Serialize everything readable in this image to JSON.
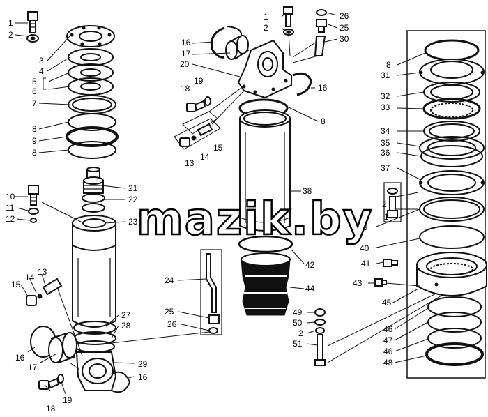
{
  "watermark": "mazik.by",
  "labels": {
    "l1a": "1",
    "l2a": "2",
    "l3": "3",
    "l4": "4",
    "l5": "5",
    "l6": "6",
    "l7": "7",
    "l8a": "8",
    "l9": "9",
    "l8b": "8",
    "l10": "10",
    "l11": "11",
    "l12": "12",
    "l15a": "15",
    "l14a": "14",
    "l13a": "13",
    "l16a": "16",
    "l17a": "17",
    "l18a": "18",
    "l19a": "19",
    "l21": "21",
    "l22": "22",
    "l23": "23",
    "l24": "24",
    "l25a": "25",
    "l26a": "26",
    "l27": "27",
    "l28": "28",
    "l29": "29",
    "l16b": "16",
    "l16c": "16",
    "l17b": "17",
    "l20": "20",
    "l18b": "18",
    "l19b": "19",
    "l13b": "13",
    "l14b": "14",
    "l15b": "15",
    "l1b": "1",
    "l2b": "2",
    "l26b": "26",
    "l25b": "25",
    "l30": "30",
    "l16d": "16",
    "l8c": "8",
    "l38": "38",
    "l42": "42",
    "l44": "44",
    "l49": "49",
    "l50": "50",
    "l2c": "2",
    "l51": "51",
    "l8d": "8",
    "l31": "31",
    "l32": "32",
    "l33": "33",
    "l34": "34",
    "l35": "35",
    "l36": "36",
    "l37": "37",
    "l2d": "2",
    "l1c": "1",
    "l39": "39",
    "l40": "40",
    "l41": "41",
    "l43": "43",
    "l45": "45",
    "l46a": "46",
    "l47": "47",
    "l46b": "46",
    "l48": "48"
  }
}
